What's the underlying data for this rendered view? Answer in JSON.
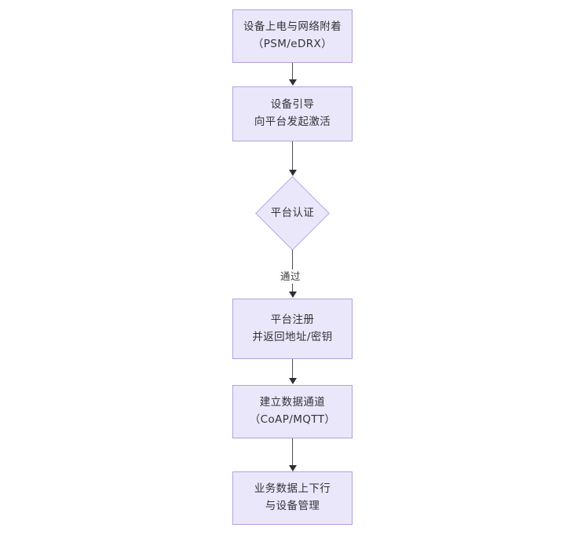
{
  "diagram": {
    "type": "flowchart",
    "orientation": "top-to-bottom",
    "title": "",
    "background_color": "#ffffff",
    "node_fill_color": "#eae7fa",
    "node_border_color": "#b4a0e0",
    "text_color": "#333338",
    "connector_color": "#4b4b52",
    "nodes": [
      {
        "id": "n1",
        "shape": "rectangle",
        "label": "设备上电与网络附着\n（PSM/eDRX）",
        "line1": "设备上电与网络附着",
        "line2": "（PSM/eDRX）"
      },
      {
        "id": "n2",
        "shape": "rectangle",
        "label": "设备引导\n向平台发起激活",
        "line1": "设备引导",
        "line2": "向平台发起激活"
      },
      {
        "id": "n3",
        "shape": "diamond",
        "label": "平台认证",
        "line1": "平台认证",
        "line2": ""
      },
      {
        "id": "n4",
        "shape": "rectangle",
        "label": "平台注册\n并返回地址/密钥",
        "line1": "平台注册",
        "line2": "并返回地址/密钥"
      },
      {
        "id": "n5",
        "shape": "rectangle",
        "label": "建立数据通道\n（CoAP/MQTT）",
        "line1": "建立数据通道",
        "line2": "（CoAP/MQTT）"
      },
      {
        "id": "n6",
        "shape": "rectangle",
        "label": "业务数据上下行\n与设备管理",
        "line1": "业务数据上下行",
        "line2": "与设备管理"
      }
    ],
    "edges": [
      {
        "id": "e1",
        "from": "n1",
        "to": "n2",
        "label": ""
      },
      {
        "id": "e2",
        "from": "n2",
        "to": "n3",
        "label": ""
      },
      {
        "id": "e3",
        "from": "n3",
        "to": "n4",
        "label": "通过"
      },
      {
        "id": "e4",
        "from": "n4",
        "to": "n5",
        "label": ""
      },
      {
        "id": "e5",
        "from": "n5",
        "to": "n6",
        "label": ""
      }
    ]
  }
}
